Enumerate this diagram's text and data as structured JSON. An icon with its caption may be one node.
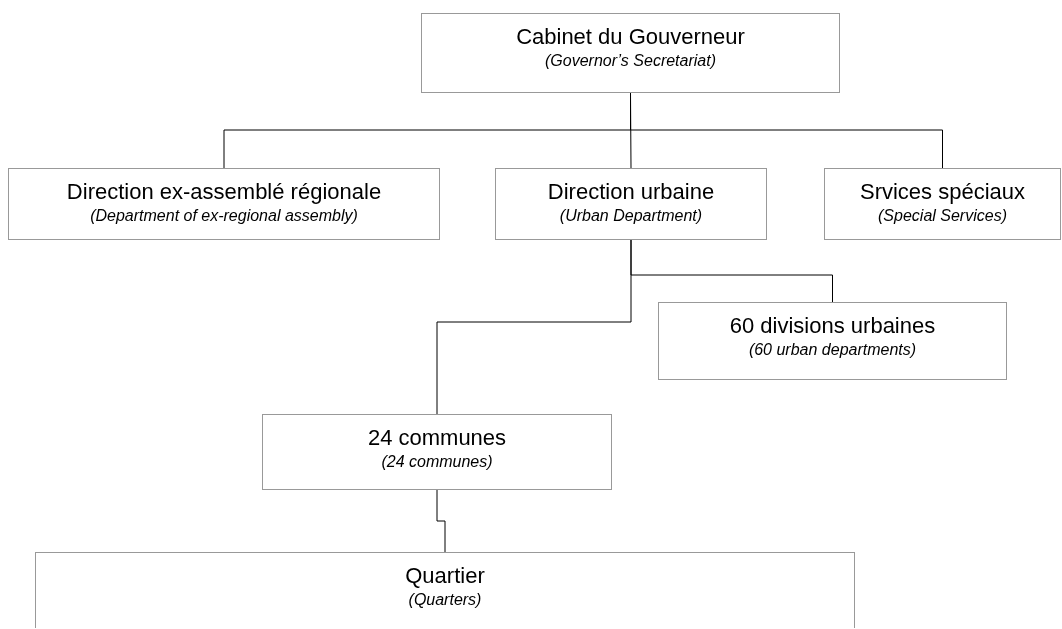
{
  "diagram": {
    "nodes": [
      {
        "text": [
          "Cabinet du Gouverneur",
          "(Governor’s Secretariat)"
        ]
      },
      {
        "text": [
          "Direction ex-assemblé régionale",
          "(Department of ex-regional assembly)"
        ]
      },
      {
        "text": [
          "Direction urbaine",
          "(Urban Department)"
        ]
      },
      {
        "text": [
          "Srvices spéciaux",
          "(Special Services)"
        ]
      },
      {
        "text": [
          "60 divisions urbaines",
          "(60 urban departments)"
        ]
      },
      {
        "text": [
          "24 communes",
          "(24 communes)"
        ]
      },
      {
        "text": [
          "Quartier",
          "(Quarters)"
        ]
      }
    ],
    "edges": [
      {
        "from": 0,
        "to": 1,
        "arrow": "none"
      },
      {
        "from": 0,
        "to": 2,
        "arrow": "none"
      },
      {
        "from": 0,
        "to": 3,
        "arrow": "none"
      },
      {
        "from": 2,
        "to": 4,
        "arrow": "none"
      },
      {
        "from": 2,
        "to": 5,
        "arrow": "none"
      },
      {
        "from": 5,
        "to": 6,
        "arrow": "none"
      }
    ]
  }
}
